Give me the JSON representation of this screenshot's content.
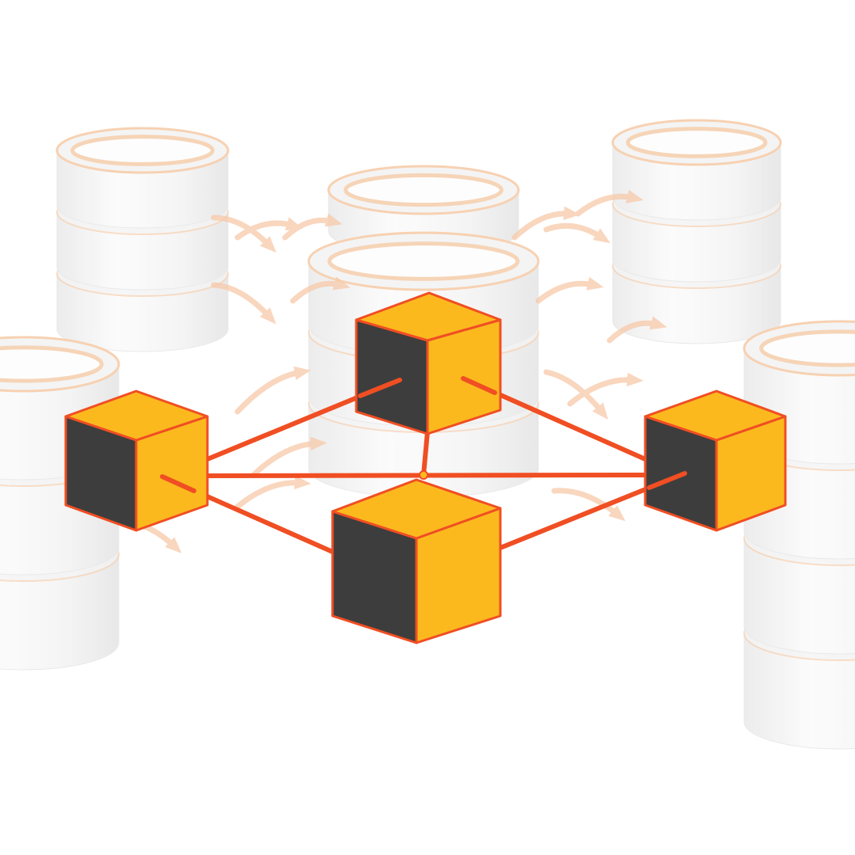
{
  "diagram": {
    "kind": "blockchain-network-illustration",
    "background_icon": "database-cylinder-icon",
    "node_icon": "cube-block-icon",
    "node_count": 4,
    "hub_count": 1,
    "colors": {
      "background": "#ffffff",
      "cylinder_body": "#f3f3f3",
      "cylinder_shadow": "#e6e6e6",
      "cylinder_ring": "#f6c9a4",
      "arrow": "#f7c9a8",
      "cube_light_face": "#fbb91e",
      "cube_dark_face": "#3d3d3d",
      "cube_edge": "#f04e23",
      "link": "#f04e23",
      "hub": "#fbb91e"
    }
  }
}
